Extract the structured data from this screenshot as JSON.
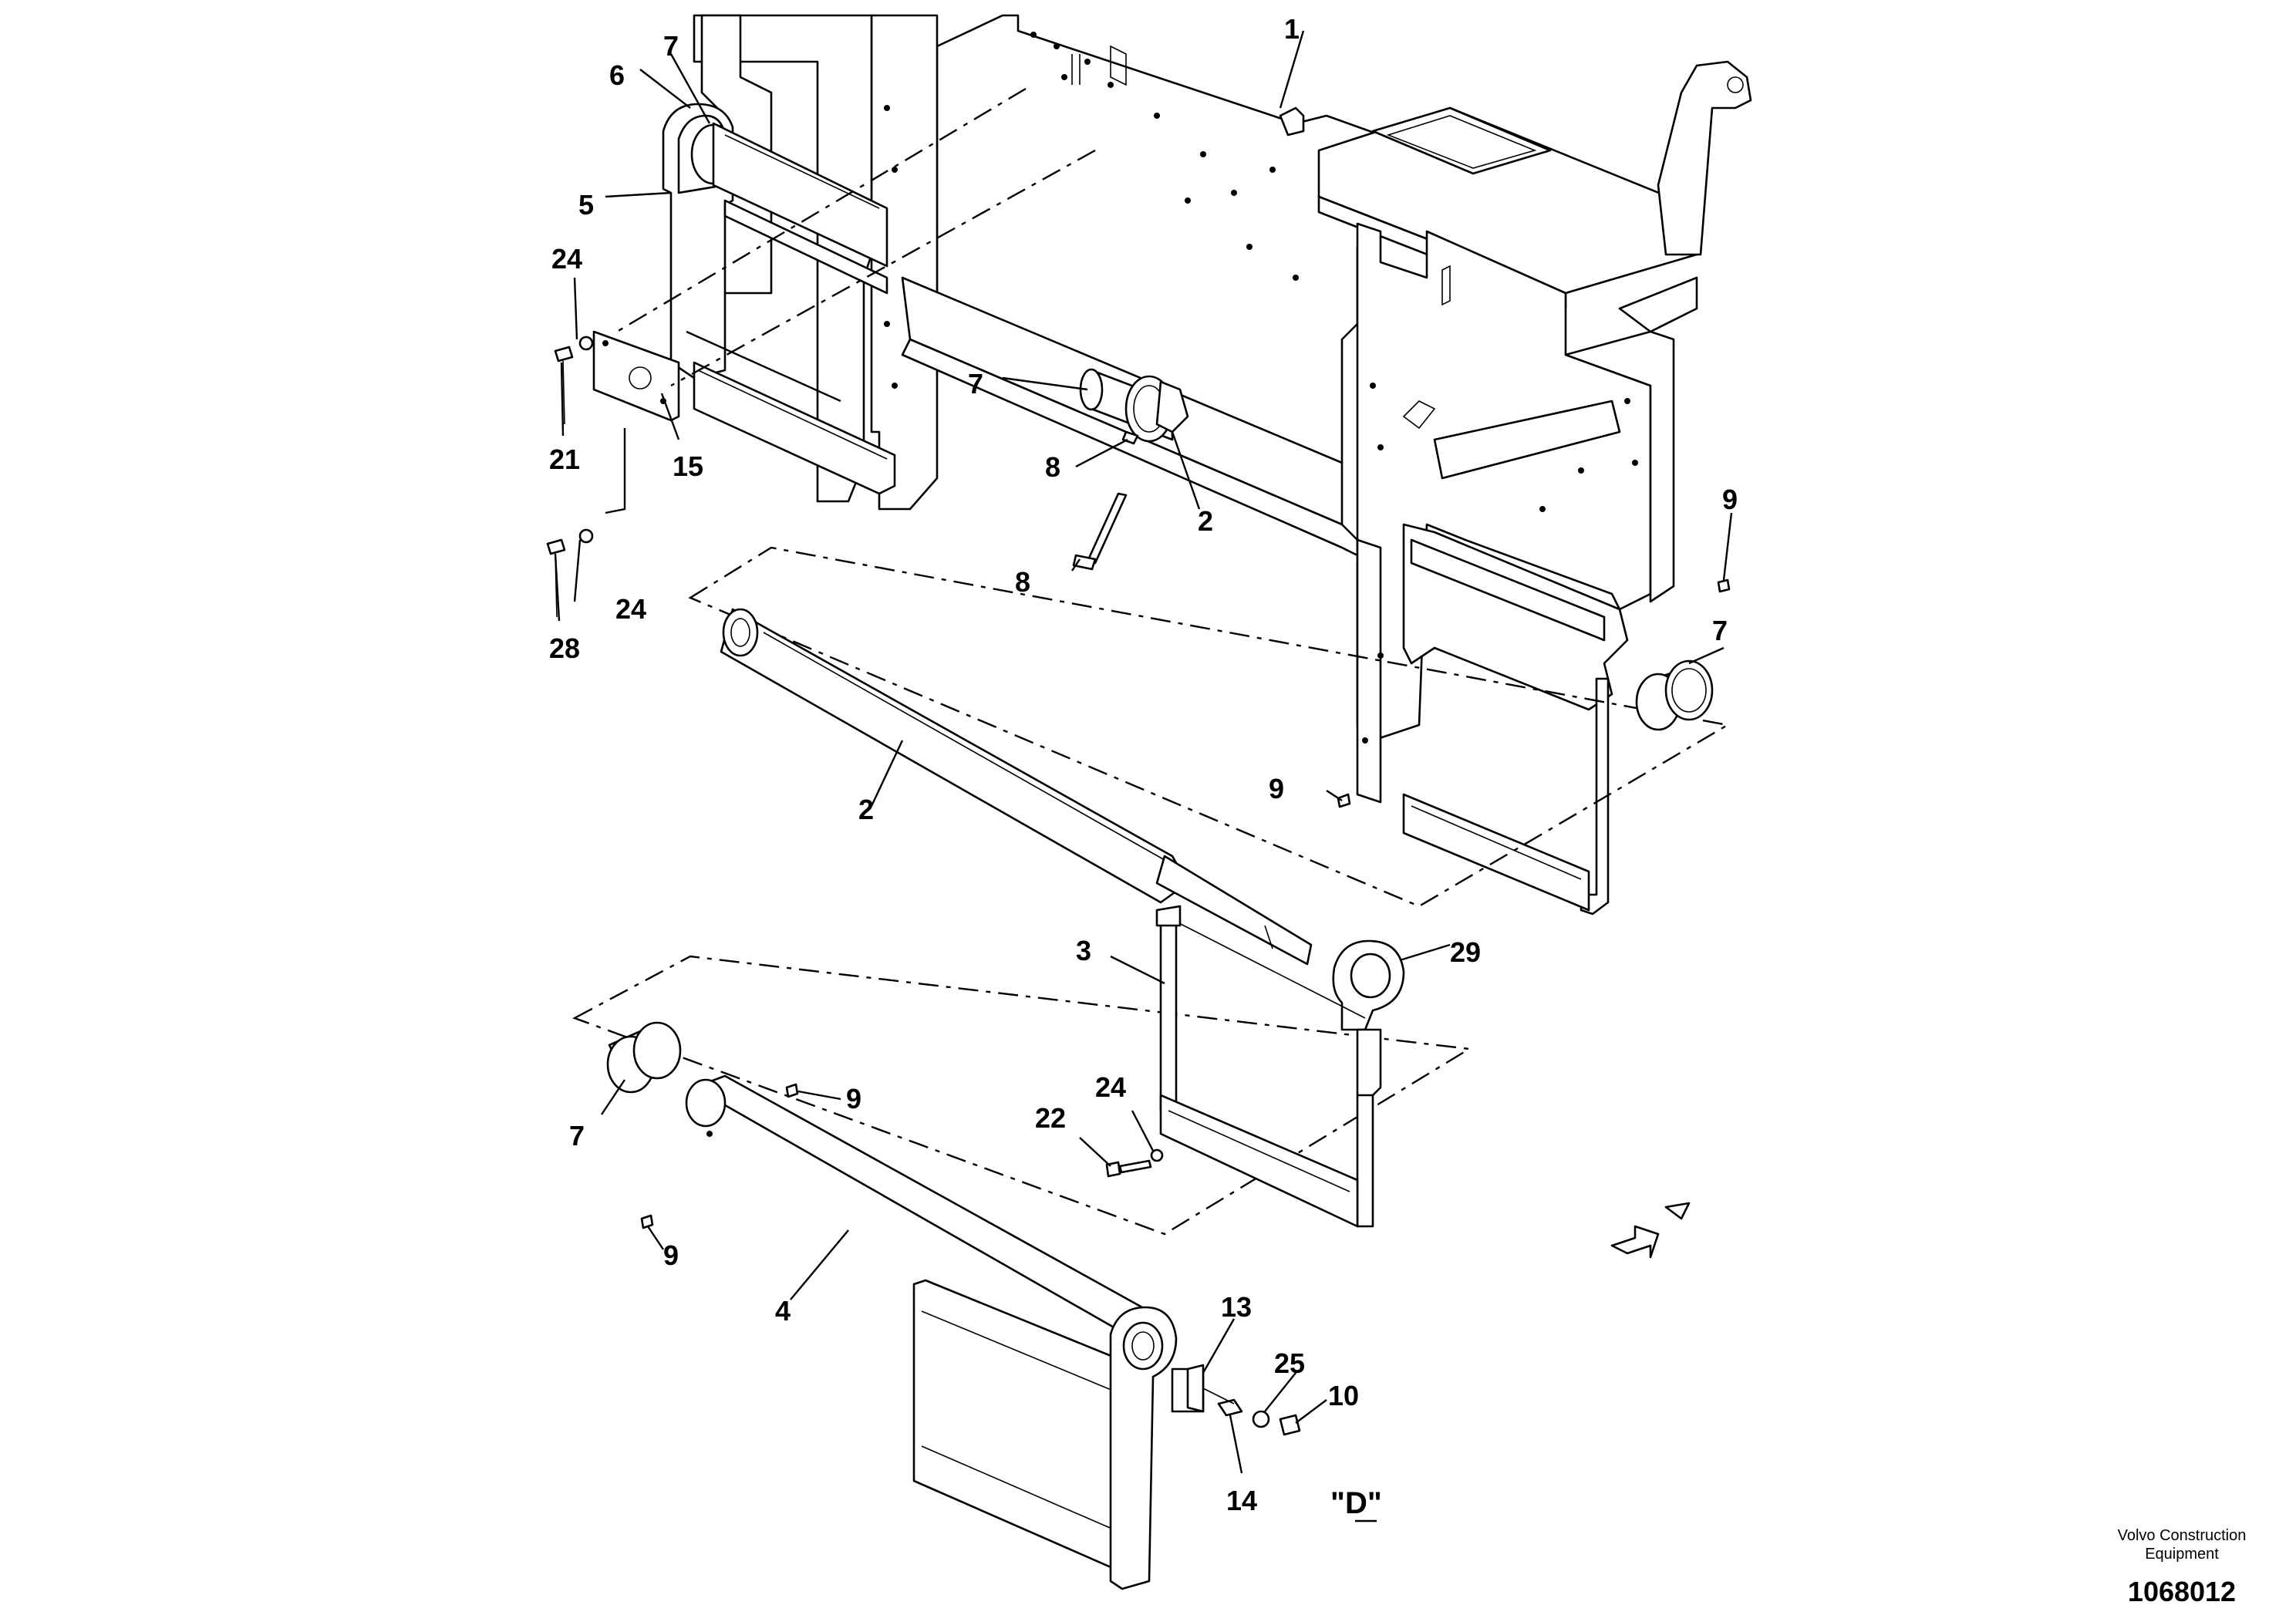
{
  "diagram": {
    "callouts": [
      {
        "id": "c1",
        "label": "1"
      },
      {
        "id": "c7a",
        "label": "7"
      },
      {
        "id": "c6",
        "label": "6"
      },
      {
        "id": "c5",
        "label": "5"
      },
      {
        "id": "c24a",
        "label": "24"
      },
      {
        "id": "c21",
        "label": "21"
      },
      {
        "id": "c15",
        "label": "15"
      },
      {
        "id": "c24b",
        "label": "24"
      },
      {
        "id": "c28",
        "label": "28"
      },
      {
        "id": "c7b",
        "label": "7"
      },
      {
        "id": "c8a",
        "label": "8"
      },
      {
        "id": "c8b",
        "label": "8"
      },
      {
        "id": "c2a",
        "label": "2"
      },
      {
        "id": "c9a",
        "label": "9"
      },
      {
        "id": "c7c",
        "label": "7"
      },
      {
        "id": "c9b",
        "label": "9"
      },
      {
        "id": "c2b",
        "label": "2"
      },
      {
        "id": "c3",
        "label": "3"
      },
      {
        "id": "c29",
        "label": "29"
      },
      {
        "id": "c24c",
        "label": "24"
      },
      {
        "id": "c22",
        "label": "22"
      },
      {
        "id": "c9c",
        "label": "9"
      },
      {
        "id": "c7d",
        "label": "7"
      },
      {
        "id": "c9d",
        "label": "9"
      },
      {
        "id": "c4",
        "label": "4"
      },
      {
        "id": "c13",
        "label": "13"
      },
      {
        "id": "c25",
        "label": "25"
      },
      {
        "id": "c10",
        "label": "10"
      },
      {
        "id": "c14",
        "label": "14"
      }
    ],
    "view_label": "\"D\""
  },
  "footer": {
    "company_line1": "Volvo Construction",
    "company_line2": "Equipment",
    "document_number": "1068012"
  }
}
